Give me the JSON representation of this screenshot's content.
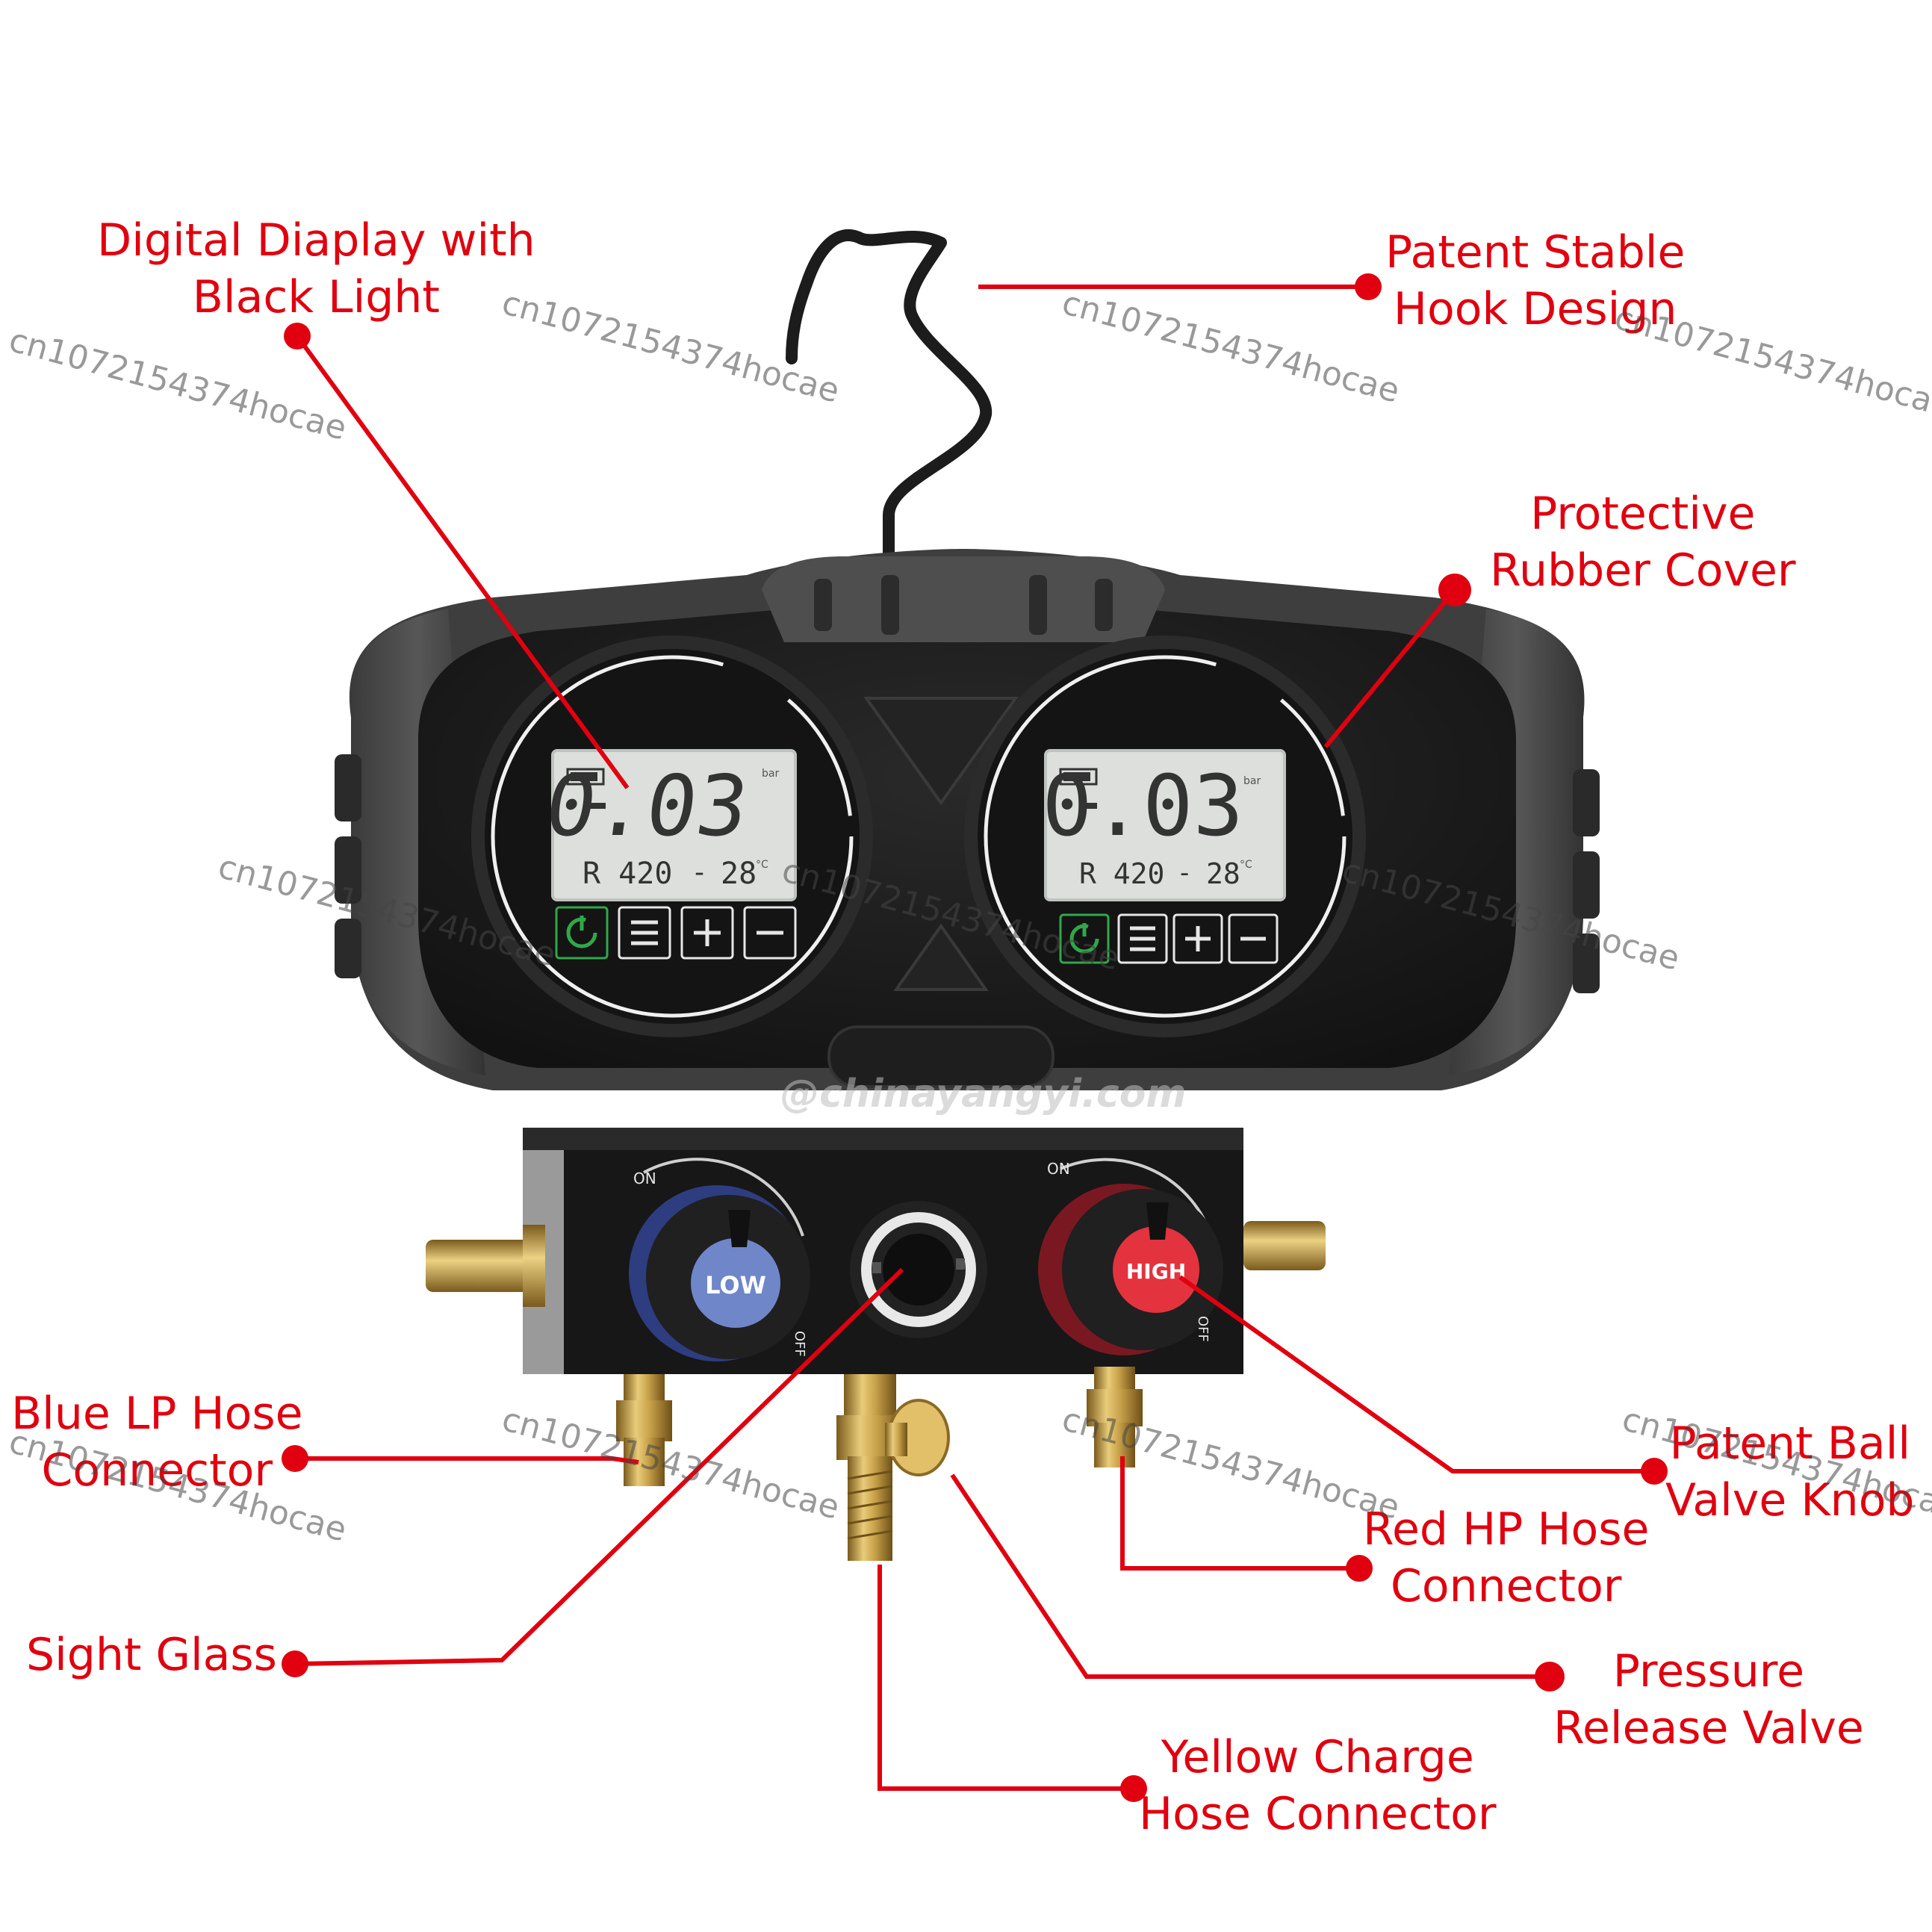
{
  "callouts": {
    "digital_display": "Digital Diaplay with\nBlack Light",
    "hook": "Patent Stable\nHook Design",
    "rubber_cover": "Protective\nRubber Cover",
    "blue_lp": "Blue LP Hose\nConnector",
    "ball_valve": "Patent Ball\nValve Knob",
    "red_hp": "Red HP Hose\nConnector",
    "sight_glass": "Sight Glass",
    "pressure_release": "Pressure\nRelease Valve",
    "yellow_charge": "Yellow Charge\nHose Connector"
  },
  "left_gauge": {
    "pressure": "0.03",
    "sign": "-",
    "unit": "bar",
    "refrigerant": "R 420",
    "temperature": "28",
    "temp_unit": "°C",
    "sub_sign": "-"
  },
  "right_gauge": {
    "pressure": "0.03",
    "sign": "-",
    "unit": "bar",
    "refrigerant": "R 420",
    "temperature": "28",
    "temp_unit": "°C",
    "sub_sign": "-"
  },
  "knobs": {
    "low_label": "LOW",
    "high_label": "HIGH",
    "on_label": "ON",
    "off_label": "OFF"
  },
  "watermark": {
    "text": "cn1072154374hocae",
    "site": "@chinayangyi.com"
  },
  "colors": {
    "callout_red": "#e0000f",
    "device_black": "#1b1b1b",
    "rubber_gray": "#474747",
    "lcd": "#dcdfdc",
    "brass": "#c9a24a",
    "low_blue": "#6f86c9",
    "high_red": "#e3333f",
    "power_green": "#2fa84a"
  }
}
